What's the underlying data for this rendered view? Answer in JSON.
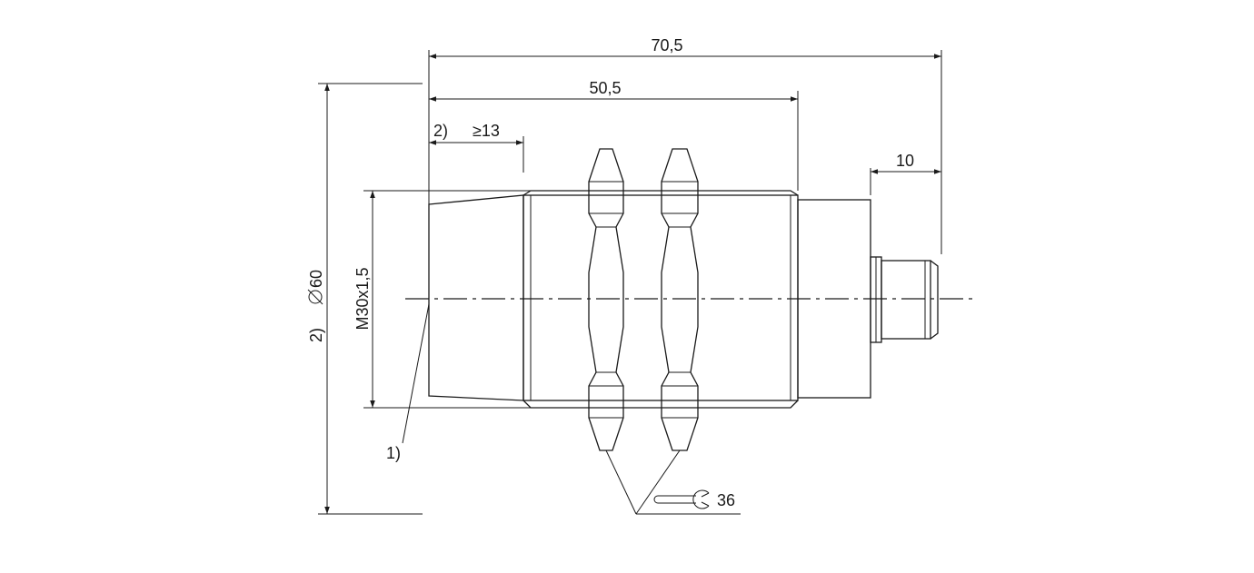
{
  "drawing": {
    "dimensions": {
      "overall_length": "70,5",
      "thread_length": "50,5",
      "free_zone_length": "≥13",
      "connector_length": "10",
      "thread_size": "M30x1,5",
      "free_zone_diameter": "60",
      "wrench_size": "36"
    },
    "notes": {
      "note_1": "1)",
      "note_2_top": "2)",
      "note_2_side": "2)"
    },
    "icons": {
      "diameter": "diameter-icon",
      "wrench": "wrench-icon"
    },
    "colors": {
      "line": "#1a1a1a",
      "background": "#ffffff"
    }
  }
}
